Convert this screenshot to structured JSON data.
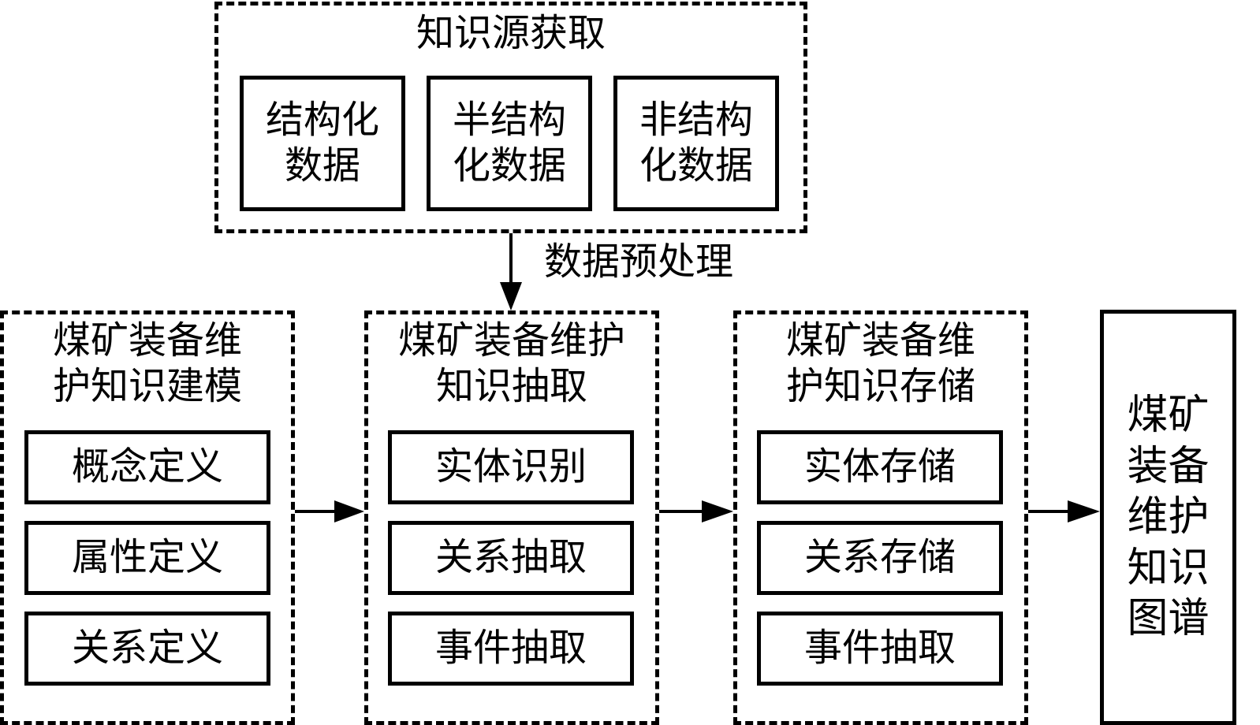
{
  "source": {
    "title": "知识源获取",
    "items": [
      "结构化\n数据",
      "半结构\n化数据",
      "非结构\n化数据"
    ]
  },
  "preprocess_label": "数据预处理",
  "stages": [
    {
      "title": "煤矿装备维\n护知识建模",
      "items": [
        "概念定义",
        "属性定义",
        "关系定义"
      ]
    },
    {
      "title": "煤矿装备维护\n知识抽取",
      "items": [
        "实体识别",
        "关系抽取",
        "事件抽取"
      ]
    },
    {
      "title": "煤矿装备维\n护知识存储",
      "items": [
        "实体存储",
        "关系存储",
        "事件抽取"
      ]
    }
  ],
  "output": {
    "title": "煤矿\n装备\n维护\n知识\n图谱"
  },
  "colors": {
    "line": "#000000",
    "background": "#ffffff"
  }
}
